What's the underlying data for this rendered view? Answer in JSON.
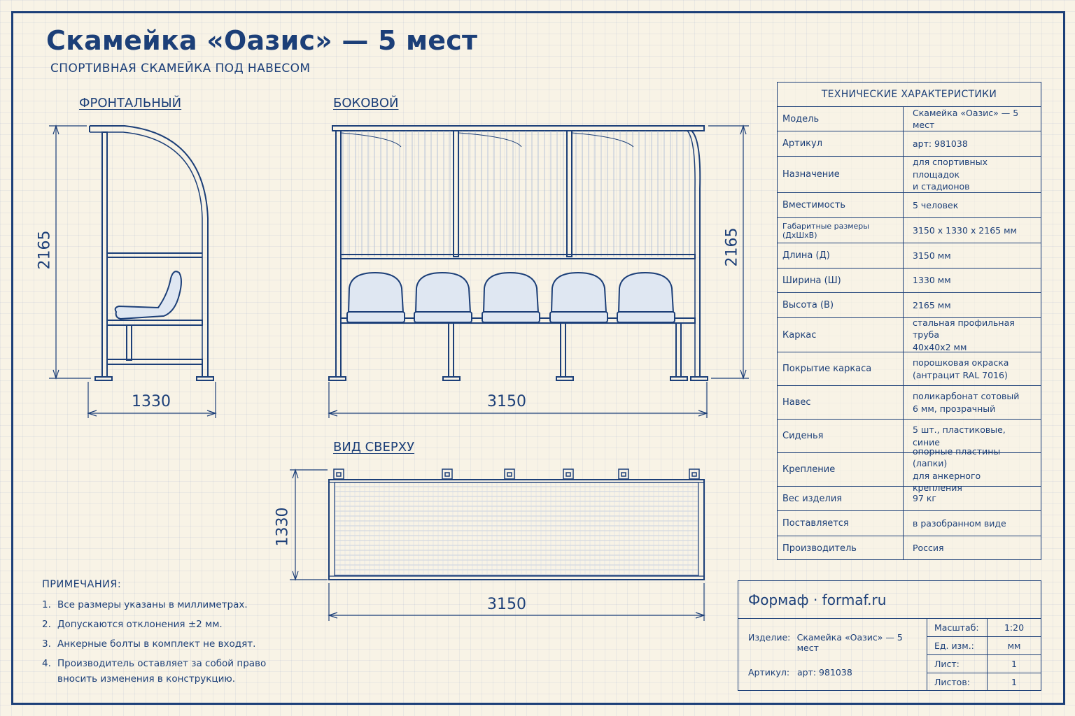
{
  "title": "Скамейка «Оазис» — 5 мест",
  "subtitle": "СПОРТИВНАЯ СКАМЕЙКА ПОД НАВЕСОМ",
  "views": {
    "front": "ФРОНТАЛЬНЫЙ",
    "side": "БОКОВОЙ",
    "top": "ВИД СВЕРХУ"
  },
  "dimensions": {
    "front_height": "2165",
    "front_width": "1330",
    "side_length": "3150",
    "side_height": "2165",
    "top_width": "1330",
    "top_length": "3150"
  },
  "specs": {
    "header": "ТЕХНИЧЕСКИЕ ХАРАКТЕРИСТИКИ",
    "rows": [
      {
        "key": "Модель",
        "value": "Скамейка «Оазис» — 5 мест"
      },
      {
        "key": "Артикул",
        "value": "арт: 981038"
      },
      {
        "key": "Назначение",
        "value": "для спортивных площадок\nи стадионов"
      },
      {
        "key": "Вместимость",
        "value": "5 человек"
      },
      {
        "key": "Габаритные размеры (ДхШхВ)",
        "value": "3150 x 1330 x 2165 мм"
      },
      {
        "key": "Длина (Д)",
        "value": "3150 мм"
      },
      {
        "key": "Ширина (Ш)",
        "value": "1330 мм"
      },
      {
        "key": "Высота (В)",
        "value": "2165 мм"
      },
      {
        "key": "Каркас",
        "value": "стальная профильная труба\n40x40x2 мм"
      },
      {
        "key": "Покрытие каркаса",
        "value": "порошковая окраска\n(антрацит RAL 7016)"
      },
      {
        "key": "Навес",
        "value": "поликарбонат сотовый\n6 мм, прозрачный"
      },
      {
        "key": "Сиденья",
        "value": "5 шт., пластиковые,\nсиние"
      },
      {
        "key": "Крепление",
        "value": "опорные пластины (лапки)\nдля анкерного крепления"
      },
      {
        "key": "Вес изделия",
        "value": "97 кг"
      },
      {
        "key": "Поставляется",
        "value": "в разобранном виде"
      },
      {
        "key": "Производитель",
        "value": "Россия"
      }
    ]
  },
  "notes": {
    "header": "ПРИМЕЧАНИЯ:",
    "items": [
      {
        "num": "1.",
        "text": "Все размеры указаны в миллиметрах."
      },
      {
        "num": "2.",
        "text": "Допускаются отклонения ±2 мм."
      },
      {
        "num": "3.",
        "text": "Анкерные болты в комплект не входят."
      },
      {
        "num": "4.",
        "text": "Производитель оставляет за собой право вносить изменения в конструкцию."
      }
    ]
  },
  "title_block": {
    "company": "Формаф · formaf.ru",
    "product_label": "Изделие:",
    "product_value": "Скамейка «Оазис» — 5 мест",
    "article_label": "Артикул:",
    "article_value": "арт: 981038",
    "rows": [
      {
        "key": "Масштаб:",
        "value": "1:20"
      },
      {
        "key": "Ед. изм.:",
        "value": "мм"
      },
      {
        "key": "Лист:",
        "value": "1"
      },
      {
        "key": "Листов:",
        "value": "1"
      }
    ]
  },
  "colors": {
    "line": "#1c3f78",
    "seat_fill": "#dfe7f2",
    "paper": "#f8f3e6"
  }
}
